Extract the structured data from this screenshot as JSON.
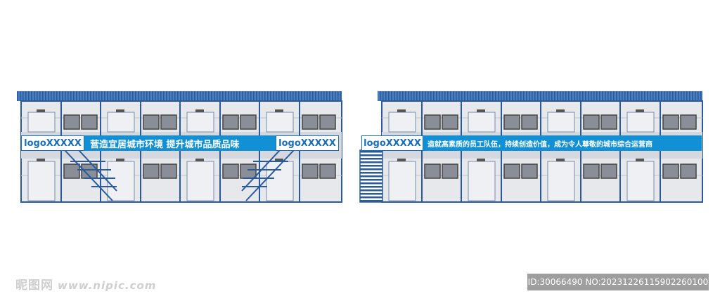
{
  "building_left": {
    "logo_left": "logoXXXXX",
    "slogan": "营造宜居城市环境  提升城市品质品味",
    "logo_right": "logoXXXXX"
  },
  "building_right": {
    "logo": "logoXXXXX",
    "slogan": "造就高素质的员工队伍，持续创造价值，成为令人尊敬的城市综合运营商"
  },
  "watermark": {
    "brand": "昵图网",
    "site": "www.nipic.com",
    "id_text": "ID:30066490 NO:20231226115902260100"
  },
  "colors": {
    "roof": "#3a6fb0",
    "frame": "#2a5a9a",
    "wall": "#e6e8ec",
    "banner": "#1190d6"
  }
}
